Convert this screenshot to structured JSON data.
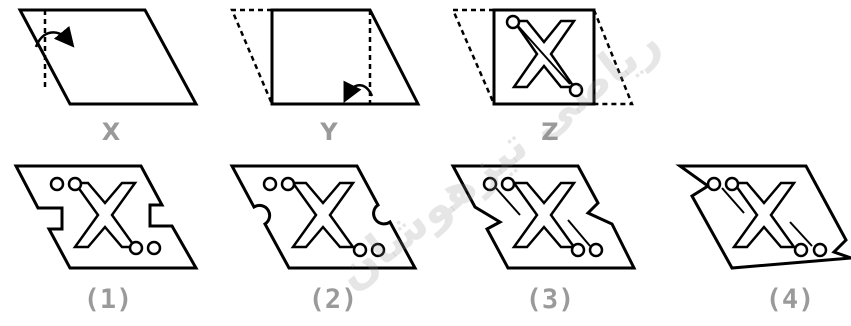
{
  "steps": [
    {
      "label": "X"
    },
    {
      "label": "Y"
    },
    {
      "label": "Z"
    }
  ],
  "options": [
    {
      "label": "(1)"
    },
    {
      "label": "(2)"
    },
    {
      "label": "(3)"
    },
    {
      "label": "(4)"
    }
  ],
  "watermark": {
    "text": "ریاضی تیزهوشان"
  },
  "colors": {
    "line": "#000000",
    "label": "#9a9a9a"
  }
}
